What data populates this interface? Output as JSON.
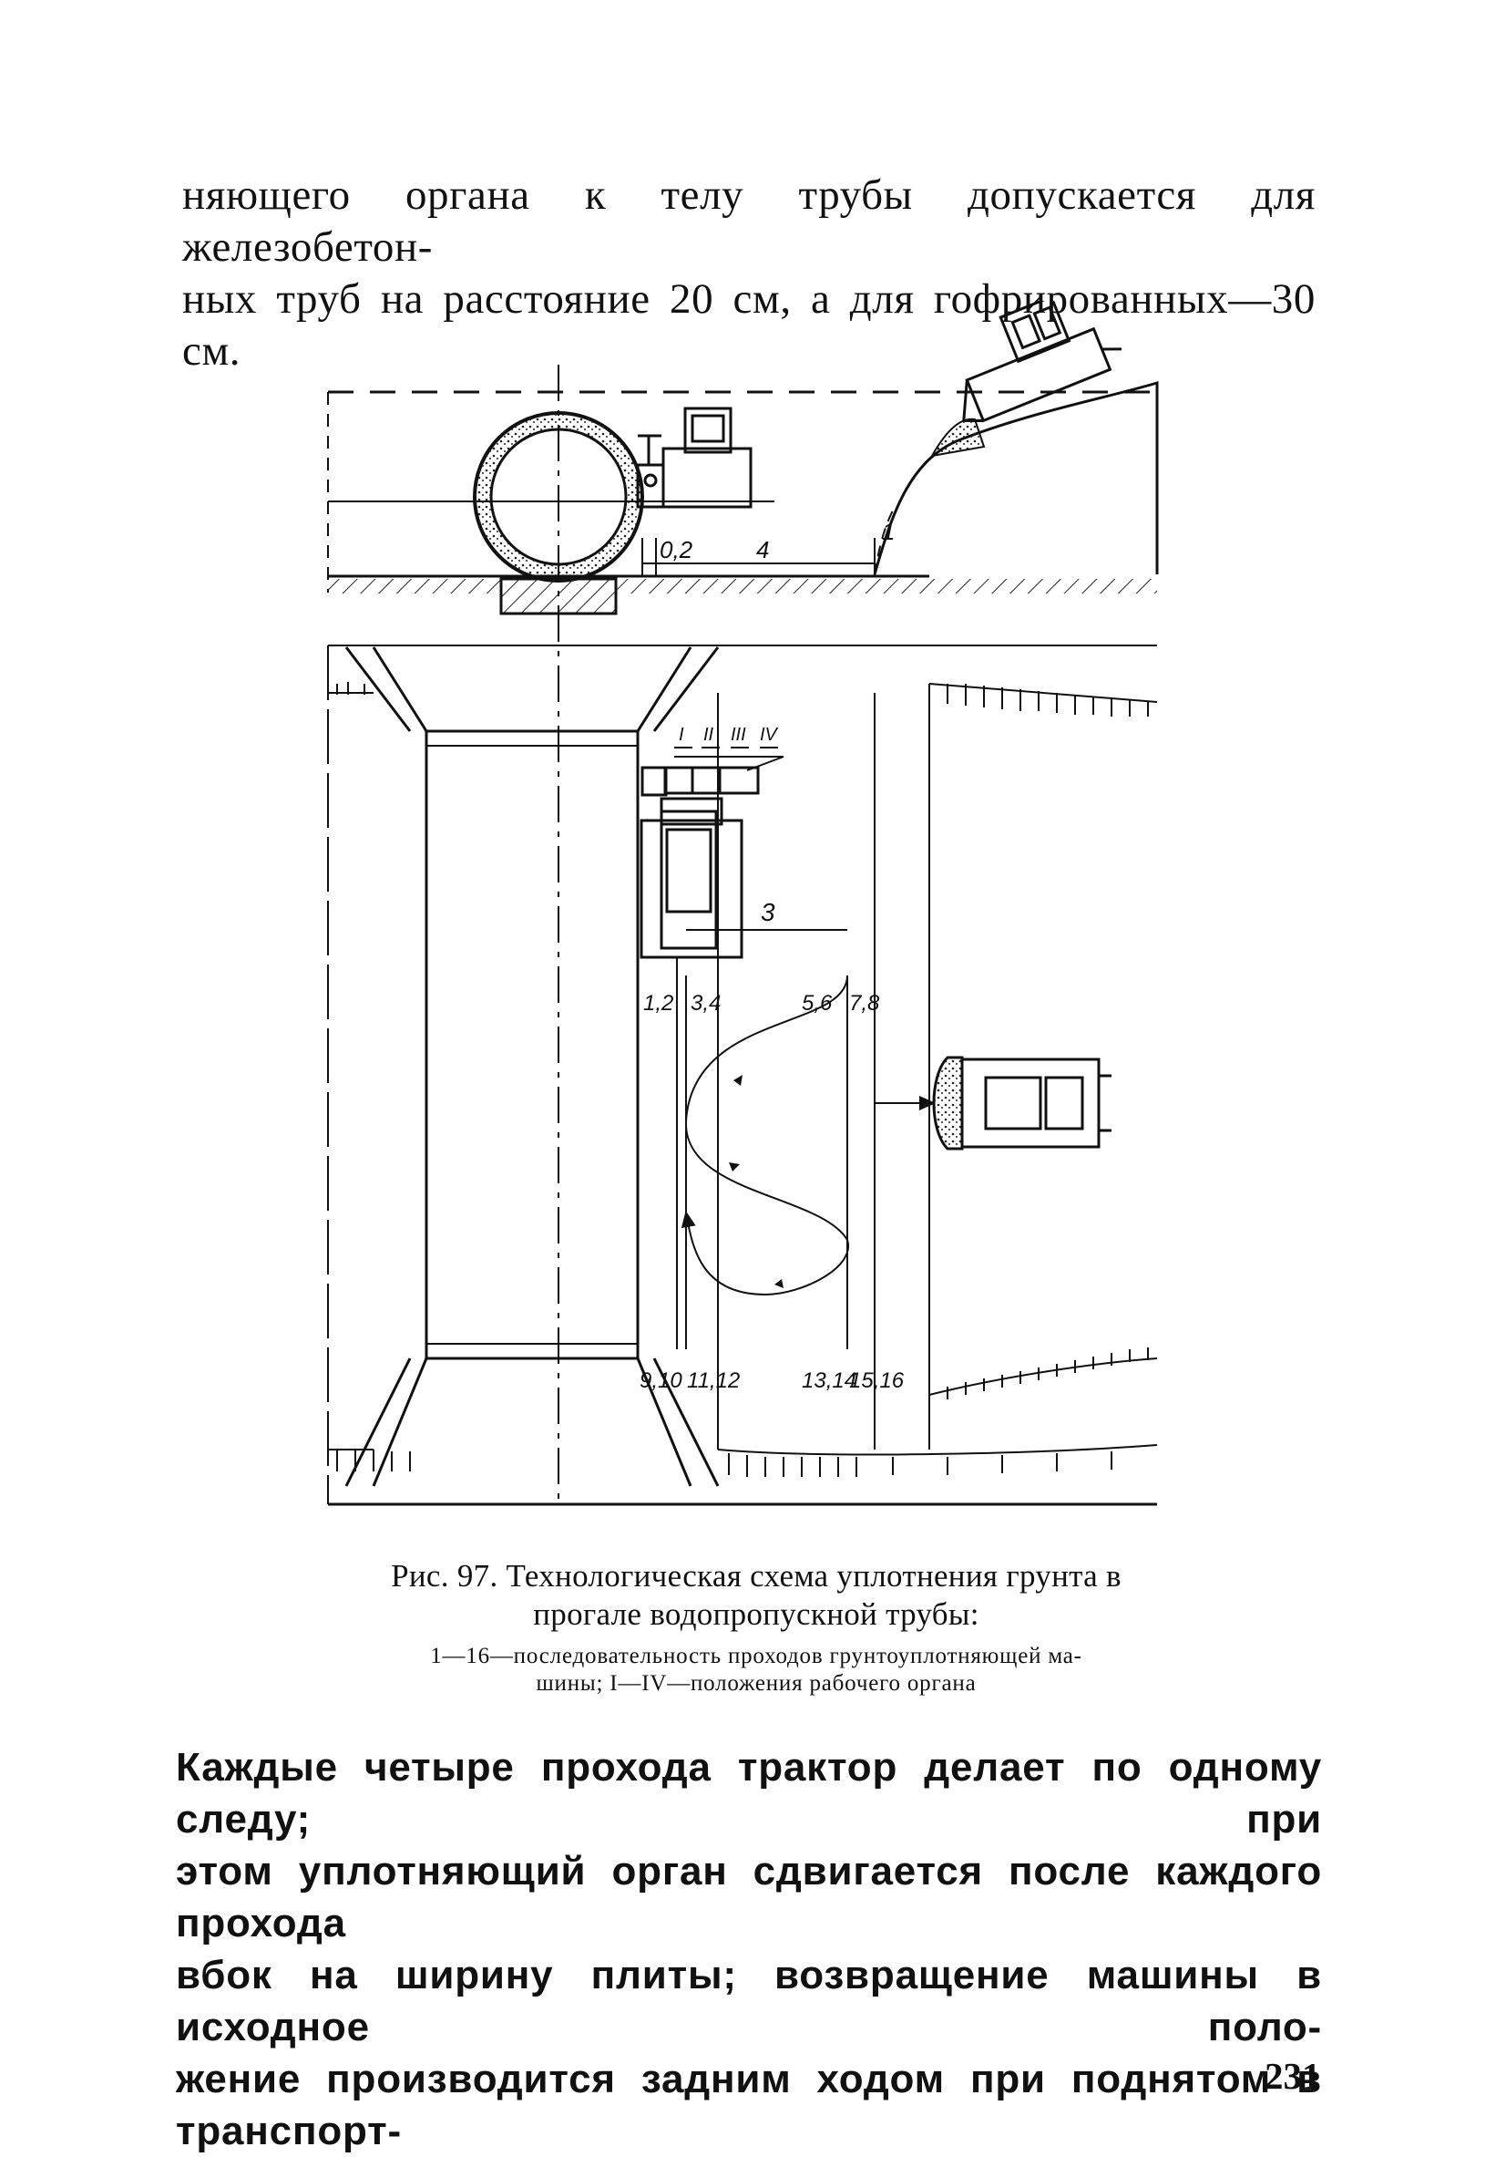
{
  "top_paragraph": {
    "lines": [
      "няющего органа к телу трубы допускается для железобетон-",
      "ных труб на расстояние 20 см, а для гофрированных—30 см."
    ]
  },
  "figure": {
    "labels": {
      "dim_gap": "0,2",
      "dim_width": "4",
      "trench_line": "1",
      "pass_width": "3",
      "positions": [
        "I",
        "II",
        "III",
        "IV"
      ],
      "passes_top": [
        "1,2",
        "3,4",
        "5,6",
        "7,8"
      ],
      "passes_bottom": [
        "9,10",
        "11,12",
        "13,14",
        "15,16"
      ]
    }
  },
  "caption": {
    "title_line1": "Рис. 97. Технологическая схема уплотнения грунта в",
    "title_line2": "прогале водопропускной трубы:",
    "legend_line1": "1—16—последовательность проходов грунтоуплотняющей ма-",
    "legend_line2": "шины; I—IV—положения рабочего органа"
  },
  "bottom_paragraph": {
    "lines": [
      "Каждые четыре прохода трактор делает по одному следу; при",
      "этом уплотняющий орган сдвигается после каждого прохода",
      "вбок на ширину плиты; возвращение машины в исходное поло-",
      "жение производится задним ходом при поднятом в транспорт-"
    ]
  },
  "page_number": "231"
}
